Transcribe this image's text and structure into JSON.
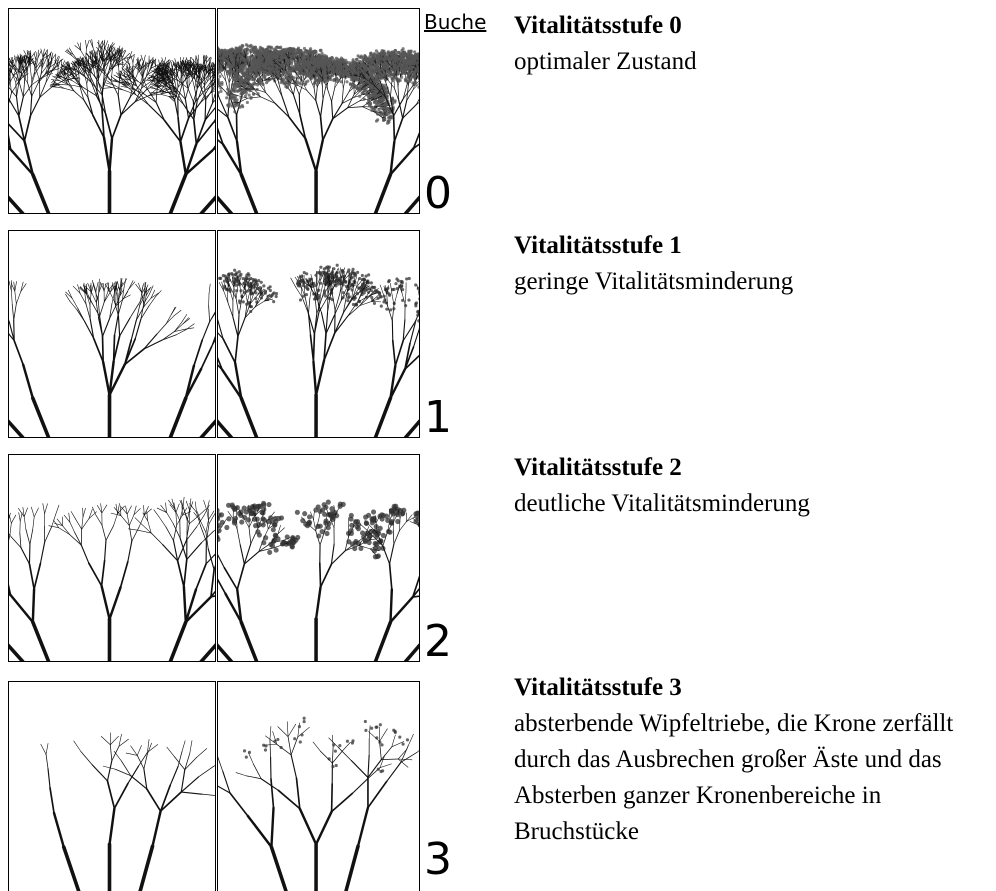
{
  "species_label": "Buche",
  "stages": [
    {
      "number": "0",
      "title": "Vitalitätsstufe 0",
      "description": "optimaler Zustand"
    },
    {
      "number": "1",
      "title": "Vitalitätsstufe 1",
      "description": "geringe Vitalitätsminderung"
    },
    {
      "number": "2",
      "title": "Vitalitätsstufe 2",
      "description": "deutliche Vitalitätsminderung"
    },
    {
      "number": "3",
      "title": "Vitalitätsstufe 3",
      "description": "absterbende Wipfeltriebe, die Krone zerfällt durch das Ausbrechen großer Äste und das Absterben ganzer Kronenbereiche in Bruchstücke"
    }
  ]
}
